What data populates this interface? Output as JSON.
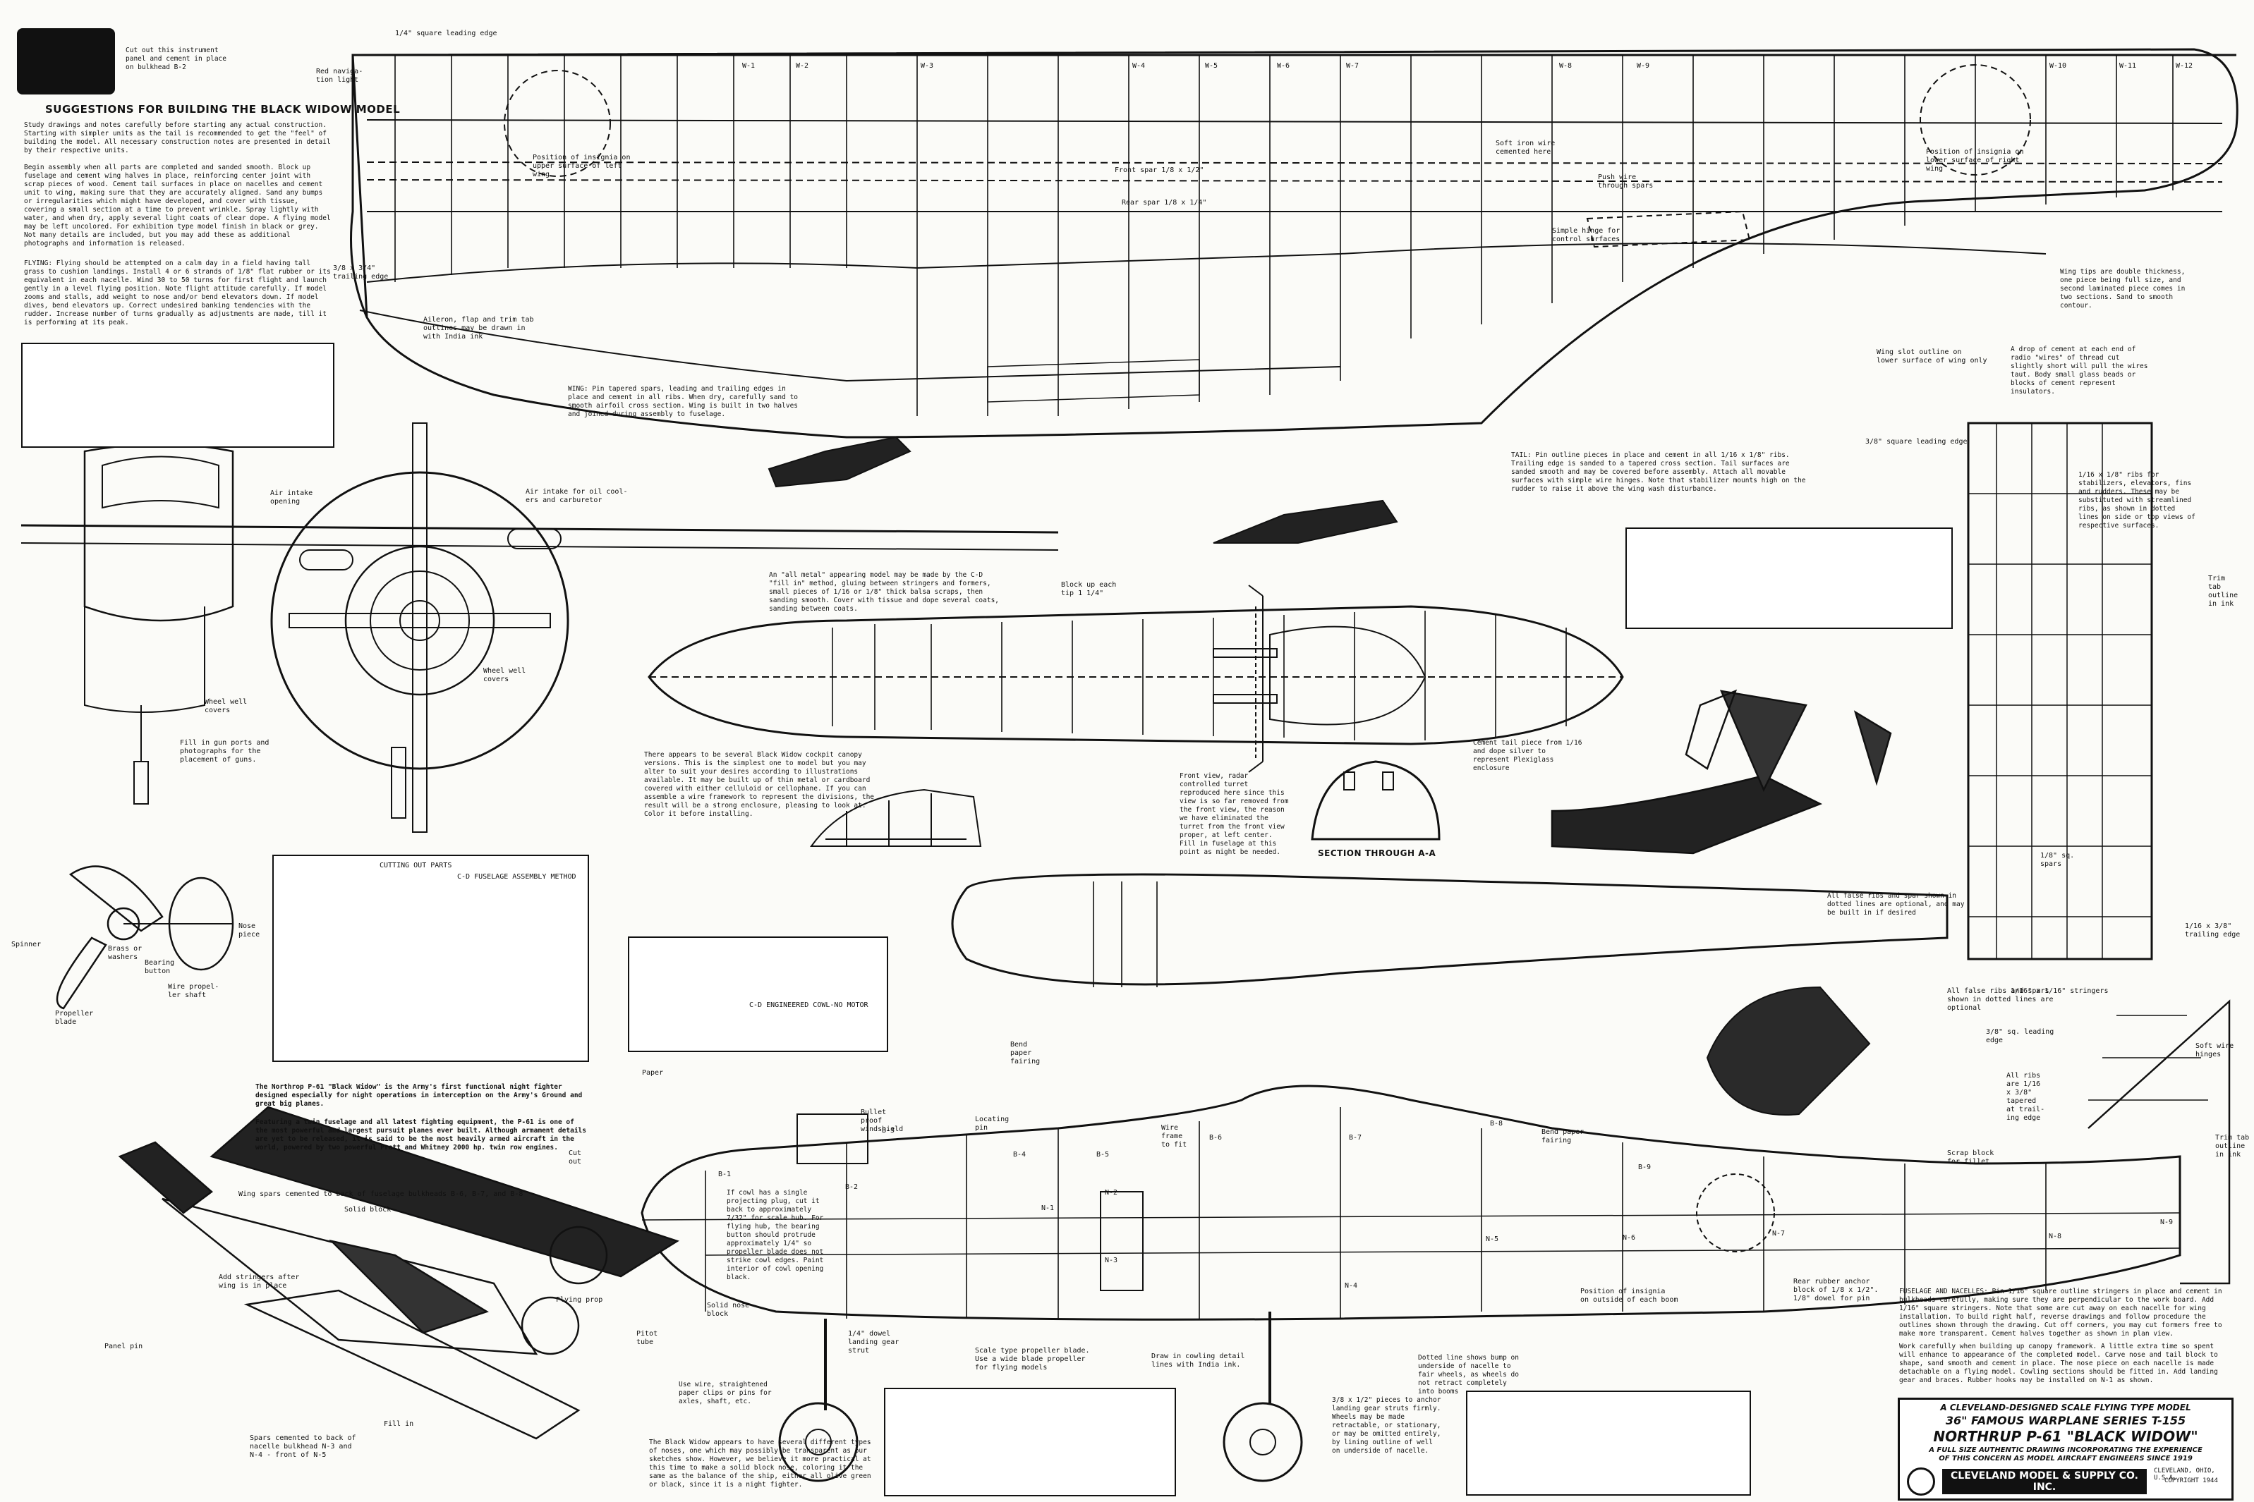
{
  "sheet": {
    "instrument_note": "Cut out this instrument\npanel and cement in place\non bulkhead B-2",
    "suggestions_title": "SUGGESTIONS FOR BUILDING THE BLACK WIDOW MODEL",
    "suggestions_p1": "Study drawings and notes carefully before starting any actual construction. Starting with simpler units as the tail is recommended to get the \"feel\" of building the model. All necessary construction notes are presented in detail by their respective units.",
    "suggestions_p2": "Begin assembly when all parts are completed and sanded smooth. Block up fuselage and cement wing halves in place, reinforcing center joint with scrap pieces of wood. Cement tail surfaces in place on nacelles and cement unit to wing, making sure that they are accurately aligned. Sand any bumps or irregularities which might have developed, and cover with tissue, covering a small section at a time to prevent wrinkle. Spray lightly with water, and when dry, apply several light coats of clear dope. A flying model may be left uncolored. For exhibition type model finish in black or grey. Not many details are included, but you may add these as additional photographs and information is released.",
    "suggestions_p3": "FLYING: Flying should be attempted on a calm day in a field having tall grass to cushion landings. Install 4 or 6 strands of 1/8\" flat rubber or its equivalent in each nacelle. Wind 30 to 50 turns for first flight and launch gently in a level flying position. Note flight attitude carefully. If model zooms and stalls, add weight to nose and/or bend elevators down. If model dives, bend elevators up. Correct undesired banking tendencies with the rudder. Increase number of turns gradually as adjustments are made, till it is performing at its peak.",
    "wing": {
      "leading_edge": "1/4\" square leading edge",
      "trailing_edge": "3/8 x 3/4\"\ntrailing edge",
      "nav_light": "Red naviga-\ntion light",
      "insignia_upper": "Position of insignia on\nupper surface of left\nwing",
      "insignia_lower": "Position of insignia on\nlower surface of right\nwing",
      "front_spar": "Front spar 1/8 x 1/2\"",
      "rear_spar": "Rear spar 1/8 x 1/4\"",
      "soft_iron": "Soft iron wire\ncemented here",
      "push_wire": "Push wire\nthrough spars",
      "hinge": "Simple hinge for\ncontrol surfaces",
      "aileron_note": "Aileron, flap and trim tab\noutlines may be drawn in\nwith India ink",
      "wing_note": "WING: Pin tapered spars, leading and trailing edges in place and cement in all ribs. When dry, carefully sand to smooth airfoil cross section. Wing is built in two halves and joined during assembly to fuselage.",
      "slot_note": "Wing slot outline on\nlower surface of wing only",
      "tip_note": "Wing tips are double thickness, one piece being full size, and second laminated piece comes in two sections. Sand to smooth contour.",
      "cement_drop": "A drop of cement at each end of radio \"wires\" of thread cut slightly short will pull the wires taut. Body small glass beads or blocks of cement represent insulators.",
      "ribs": [
        "W-1",
        "W-2",
        "W-3",
        "W-4",
        "W-5",
        "W-6",
        "W-7",
        "W-8",
        "W-9",
        "W-10",
        "W-11",
        "W-12"
      ]
    },
    "front_view": {
      "air_intake": "Air intake\nopening",
      "oil_intake": "Air intake for oil cool-\ners and carburetor",
      "wheel_well": "Wheel well\ncovers",
      "wheel_well2": "Wheel well\ncovers",
      "guns_note": "Fill in gun ports and\nphotographs for the\nplacement of guns."
    },
    "prop": {
      "spinner": "Spinner",
      "washers": "Brass or\nwashers",
      "bearing": "Bearing\nbutton",
      "shaft": "Wire propel-\nler shaft",
      "blade": "Propeller\nblade",
      "nose_piece": "Nose\npiece"
    },
    "nacelle": {
      "all_metal": "An \"all metal\" appearing model may be made by the C-D \"fill in\" method, gluing between stringers and formers, small pieces of 1/16 or 1/8\" thick balsa scraps, then sanding smooth. Cover with tissue and dope several coats, sanding between coats.",
      "block_up": "Block up each\ntip 1 1/4\"",
      "section": "SECTION THROUGH A-A",
      "canopy_note": "There appears to be several Black Widow cockpit canopy versions. This is the simplest one to model but you may alter to suit your desires according to illustrations available. It may be built up of thin metal or cardboard covered with either celluloid or cellophane. If you can assemble a wire framework to represent the divisions, the result will be a strong enclosure, pleasing to look at. Color it before installing.",
      "front_view_note": "Front view, radar controlled turret reproduced here since this view is so far removed from the front view, the reason we have eliminated the turret from the front view proper, at left center. Fill in fuselage at this point as might be needed.",
      "cement_tail": "Cement tail piece from 1/16 and dope silver to represent Plexiglass enclosure"
    },
    "tail": {
      "tail_note": "TAIL: Pin outline pieces in place and cement in all 1/16 x 1/8\" ribs. Trailing edge is sanded to a tapered cross section. Tail surfaces are sanded smooth and may be covered before assembly. Attach all movable surfaces with simple wire hinges. Note that stabilizer mounts high on the rudder to raise it above the wing wash disturbance.",
      "leading_edge": "3/8\" square leading edge",
      "ribs_note": "1/16 x 1/8\" ribs for stabilizers, elevators, fins and rudders. These may be substituted with streamlined ribs, as shown in dotted lines on side or top views of respective surfaces.",
      "trim_tab": "Trim\ntab\noutline\nin ink",
      "spars": "1/8\" sq.\nspars",
      "trailing": "1/16 x 3/8\"\ntrailing edge",
      "false_ribs": "All false ribs and spar shown in dotted lines are optional, and may be built in if desired"
    },
    "fuselage": {
      "intro": "The Northrop P-61 \"Black Widow\" is the Army's first functional night fighter designed especially for night operations in interception on the Army's Ground and great big planes.",
      "intro2": "Featuring a twin fuselage and all latest fighting equipment, the P-61 is one of the most powerful and largest pursuit planes ever built. Although armament details are yet to be released, it is said to be the most heavily armed aircraft in the world, powered by two powerful Pratt and Whitney 2000 hp. twin row engines.",
      "wing_spars": "Wing spars cemented to back of fuselage bulkheads B-6, B-7, and B-8",
      "solid_block": "Solid block",
      "stringers": "Add stringers after\nwing is in place",
      "panel_pin": "Panel pin",
      "flying_prop": "Flying prop",
      "fill_in": "Fill in",
      "spars_nacelle": "Spars cemented to back of\nnacelle bulkhead N-3 and\nN-4 - front of N-5",
      "paper": "Paper",
      "cut_out": "Cut\nout",
      "bend_paper": "Bend\npaper\nfairing",
      "bullet_proof": "Bullet\nproof\nwindshield",
      "locating_pin": "Locating\npin",
      "wire_frame": "Wire\nframe\nto fit",
      "bend_paper2": "Bend paper\nfairing",
      "cowl_note": "If cowl has a single projecting plug, cut it back to approximately 7/32\" for scale hub. For flying hub, the bearing button should protrude approximately 1/4\" so propeller blade does not strike cowl edges. Paint interior of cowl opening black.",
      "solid_nose": "Solid nose\nblock",
      "pitot": "Pitot\ntube",
      "dowel": "1/4\" dowel\nlanding gear\nstrut",
      "wire_note": "Use wire, straightened paper clips or pins for axles, shaft, etc.",
      "black_widow_noses": "The Black Widow appears to have several different types of noses, one which may possibly be transparent as our sketches show. However, we believe it more practical at this time to make a solid block nose, coloring it the same as the balance of the ship, either all olive green or black, since it is a night fighter.",
      "scale_prop": "Scale type propeller blade.\nUse a wide blade propeller\nfor flying models",
      "draw_cowl": "Draw in cowling detail\nlines with India ink.",
      "dotted_note": "Dotted line shows bump on underside of nacelle to fair wheels, as wheels do not retract completely into booms",
      "landing_pieces": "3/8 x 1/2\" pieces to anchor landing gear struts firmly. Wheels may be made retractable, or stationary, or may be omitted entirely, by lining outline of well on underside of nacelle.",
      "insignia_boom": "Position of insignia\non outside of each boom",
      "rubber_anchor": "Rear rubber anchor\nblock of 1/8 x 1/2\".\n1/8\" dowel for pin",
      "scrap_block": "Scrap block\nfor fillet",
      "stabilizer_fillet": "All false ribs and spars\nshown in dotted lines are\noptional",
      "square_leading": "3/8\" sq. leading\nedge",
      "soft_wire": "Soft wire\nhinges",
      "trim_tab2": "Trim tab\noutline\nin ink",
      "trailing_edge": "All ribs\nare 1/16\nx 3/8\"\ntapered\nat trail-\ning edge",
      "stringers_note": "1/16\" x 1/16\" stringers",
      "fuselage_note": "FUSELAGE AND NACELLES: Pin 1/16\" square outline stringers in place and cement in bulkheads carefully, making sure they are perpendicular to the work board. Add 1/16\" square stringers. Note that some are cut away on each nacelle for wing installation. To build right half, reverse drawings and follow procedure the outlines shown through the drawing. Cut off corners, you may cut formers free to make more transparent. Cement halves together as shown in plan view.",
      "fuselage_note2": "Work carefully when building up canopy framework. A little extra time so spent will enhance to appearance of the completed model. Carve nose and tail block to shape, sand smooth and cement in place. The nose piece on each nacelle is made detachable on a flying model. Cowling sections should be fitted in. Add landing gear and braces. Rubber hooks may be installed on N-1 as shown.",
      "bulkheads": [
        "B-1",
        "B-2",
        "B-3",
        "B-4",
        "B-5",
        "B-6",
        "B-7",
        "B-8",
        "B-9"
      ],
      "nacelle_bulkheads": [
        "N-1",
        "N-2",
        "N-3",
        "N-4",
        "N-5",
        "N-6",
        "N-7",
        "N-8",
        "N-9"
      ]
    },
    "title_block": {
      "line1": "A CLEVELAND-DESIGNED SCALE FLYING TYPE MODEL",
      "line2": "36\" FAMOUS WARPLANE SERIES T-155",
      "line3": "NORTHRUP P-61 \"BLACK WIDOW\"",
      "line4": "A FULL SIZE AUTHENTIC DRAWING INCORPORATING THE EXPERIENCE",
      "line5": "OF THIS CONCERN AS MODEL AIRCRAFT ENGINEERS SINCE 1919",
      "company": "CLEVELAND MODEL & SUPPLY CO. INC.",
      "city": "CLEVELAND, OHIO, U.S.A.",
      "copyright": "COPYRIGHT 1944"
    },
    "insets": {
      "cutting": "CUTTING OUT PARTS",
      "fuselage_assembly": "C-D FUSELAGE ASSEMBLY METHOD",
      "engine_cowl": "C-D ENGINEERED COWL-NO MOTOR"
    }
  }
}
